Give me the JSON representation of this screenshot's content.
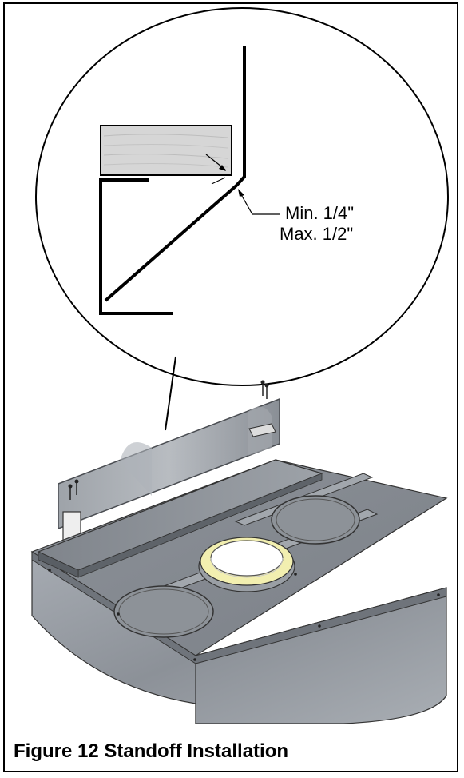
{
  "caption": "Figure 12 Standoff Installation",
  "detail": {
    "dimension_min": "Min. 1/4\"",
    "dimension_max": "Max. 1/2\""
  },
  "colors": {
    "border": "#000000",
    "metal_light": "#b8bcc2",
    "metal_mid": "#8f949b",
    "metal_dark": "#6d7279",
    "wood": "#d6d6d6",
    "ring_yellow": "#f2efb0"
  }
}
